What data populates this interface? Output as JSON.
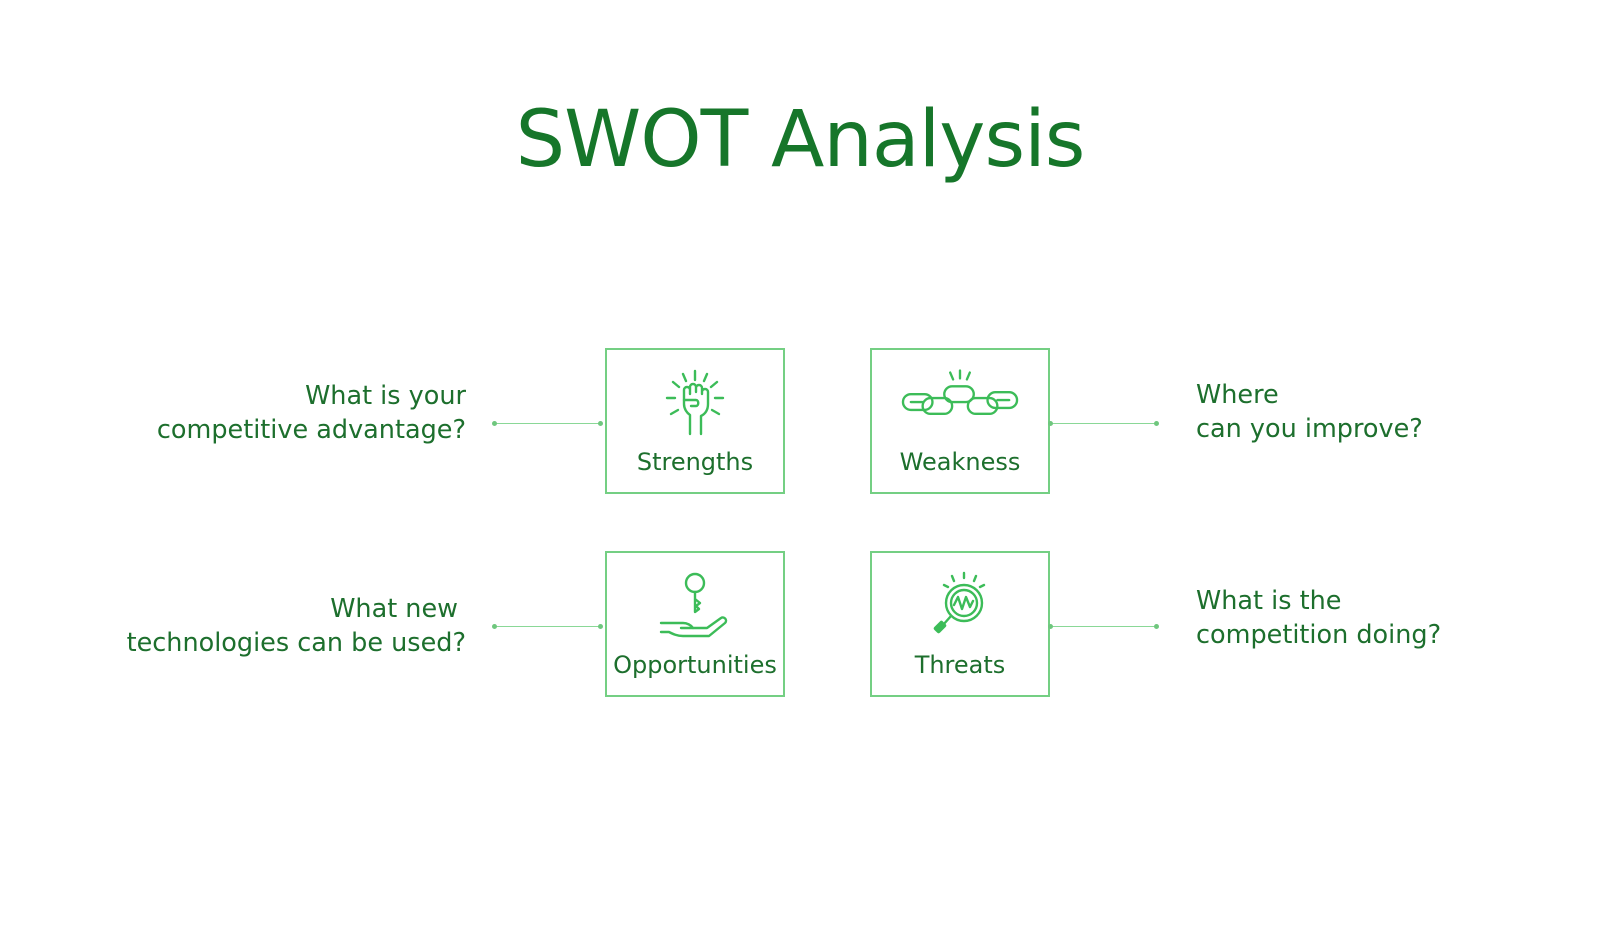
{
  "title": "SWOT Analysis",
  "colors": {
    "title": "#16762a",
    "text": "#1d6f2d",
    "box_border": "#74cf83",
    "icon": "#3cbc58",
    "connector": "#8ad897"
  },
  "quadrants": [
    {
      "label": "Strengths",
      "icon": "raised-fist-icon",
      "question": [
        "What is your",
        "competitive advantage?"
      ]
    },
    {
      "label": "Weakness",
      "icon": "broken-chain-icon",
      "question": [
        "Where",
        "can you improve?"
      ]
    },
    {
      "label": "Opportunities",
      "icon": "key-in-hand-icon",
      "question": [
        "What new",
        "technologies can be used?"
      ]
    },
    {
      "label": "Threats",
      "icon": "magnifier-alert-icon",
      "question": [
        "What is the",
        "competition doing?"
      ]
    }
  ]
}
